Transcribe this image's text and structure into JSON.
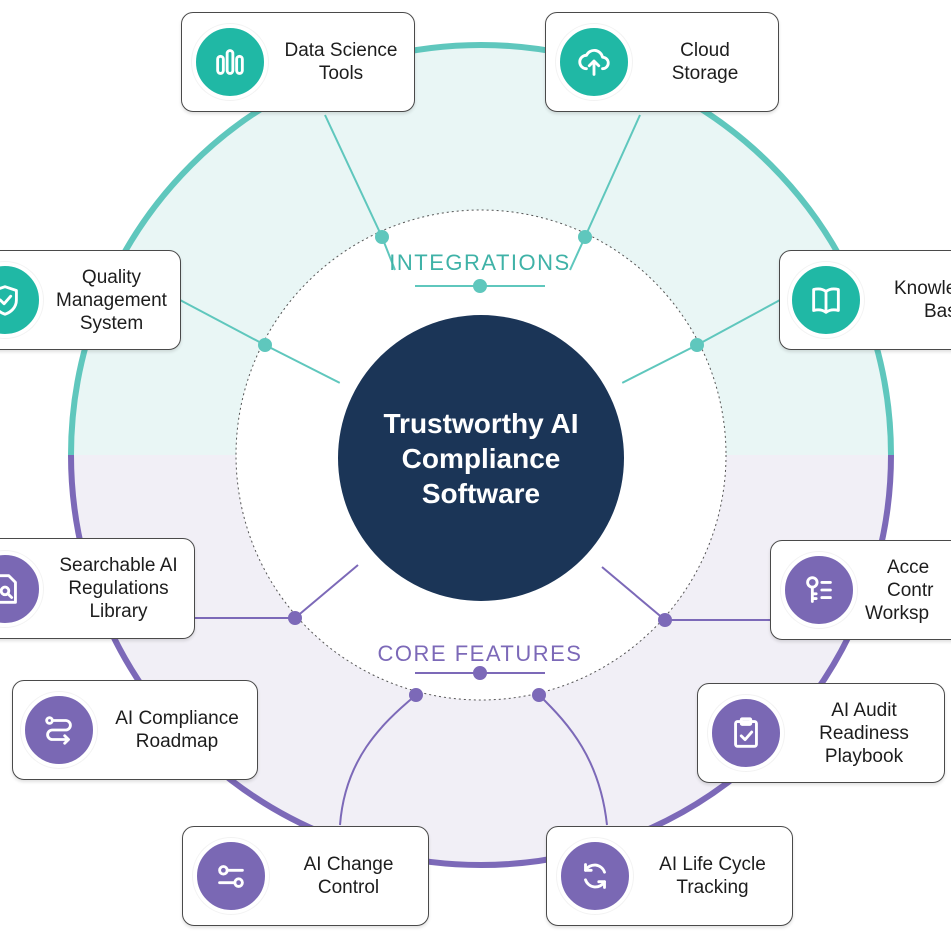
{
  "center": {
    "line1": "Trustworthy AI",
    "line2": "Compliance",
    "line3": "Software"
  },
  "sections": {
    "top_label": "INTEGRATIONS",
    "bottom_label": "CORE FEATURES"
  },
  "colors": {
    "teal": "#20b8a5",
    "teal_ring": "#5fc7bd",
    "teal_fill": "#e9f6f5",
    "purple": "#7a68b4",
    "purple_ring": "#7c69b8",
    "purple_fill": "#f1eff6",
    "navy": "#1b3557"
  },
  "integrations": [
    {
      "label_lines": [
        "Data Science",
        "Tools"
      ],
      "icon": "bar-chart-icon"
    },
    {
      "label_lines": [
        "Cloud",
        "Storage"
      ],
      "icon": "cloud-upload-icon"
    },
    {
      "label_lines": [
        "Quality",
        "Management",
        "System"
      ],
      "icon": "shield-icon"
    },
    {
      "label_lines": [
        "Knowle",
        "Base"
      ],
      "icon": "book-icon"
    }
  ],
  "core_features": [
    {
      "label_lines": [
        "Searchable AI",
        "Regulations",
        "Library"
      ],
      "icon": "document-search-icon"
    },
    {
      "label_lines": [
        "Acce",
        "Contr",
        "Worksp"
      ],
      "icon": "key-list-icon"
    },
    {
      "label_lines": [
        "AI Compliance",
        "Roadmap"
      ],
      "icon": "roadmap-icon"
    },
    {
      "label_lines": [
        "AI Audit",
        "Readiness",
        "Playbook"
      ],
      "icon": "clipboard-check-icon"
    },
    {
      "label_lines": [
        "AI Change",
        "Control"
      ],
      "icon": "toggle-sliders-icon"
    },
    {
      "label_lines": [
        "AI Life Cycle",
        "Tracking"
      ],
      "icon": "refresh-cycle-icon"
    }
  ]
}
